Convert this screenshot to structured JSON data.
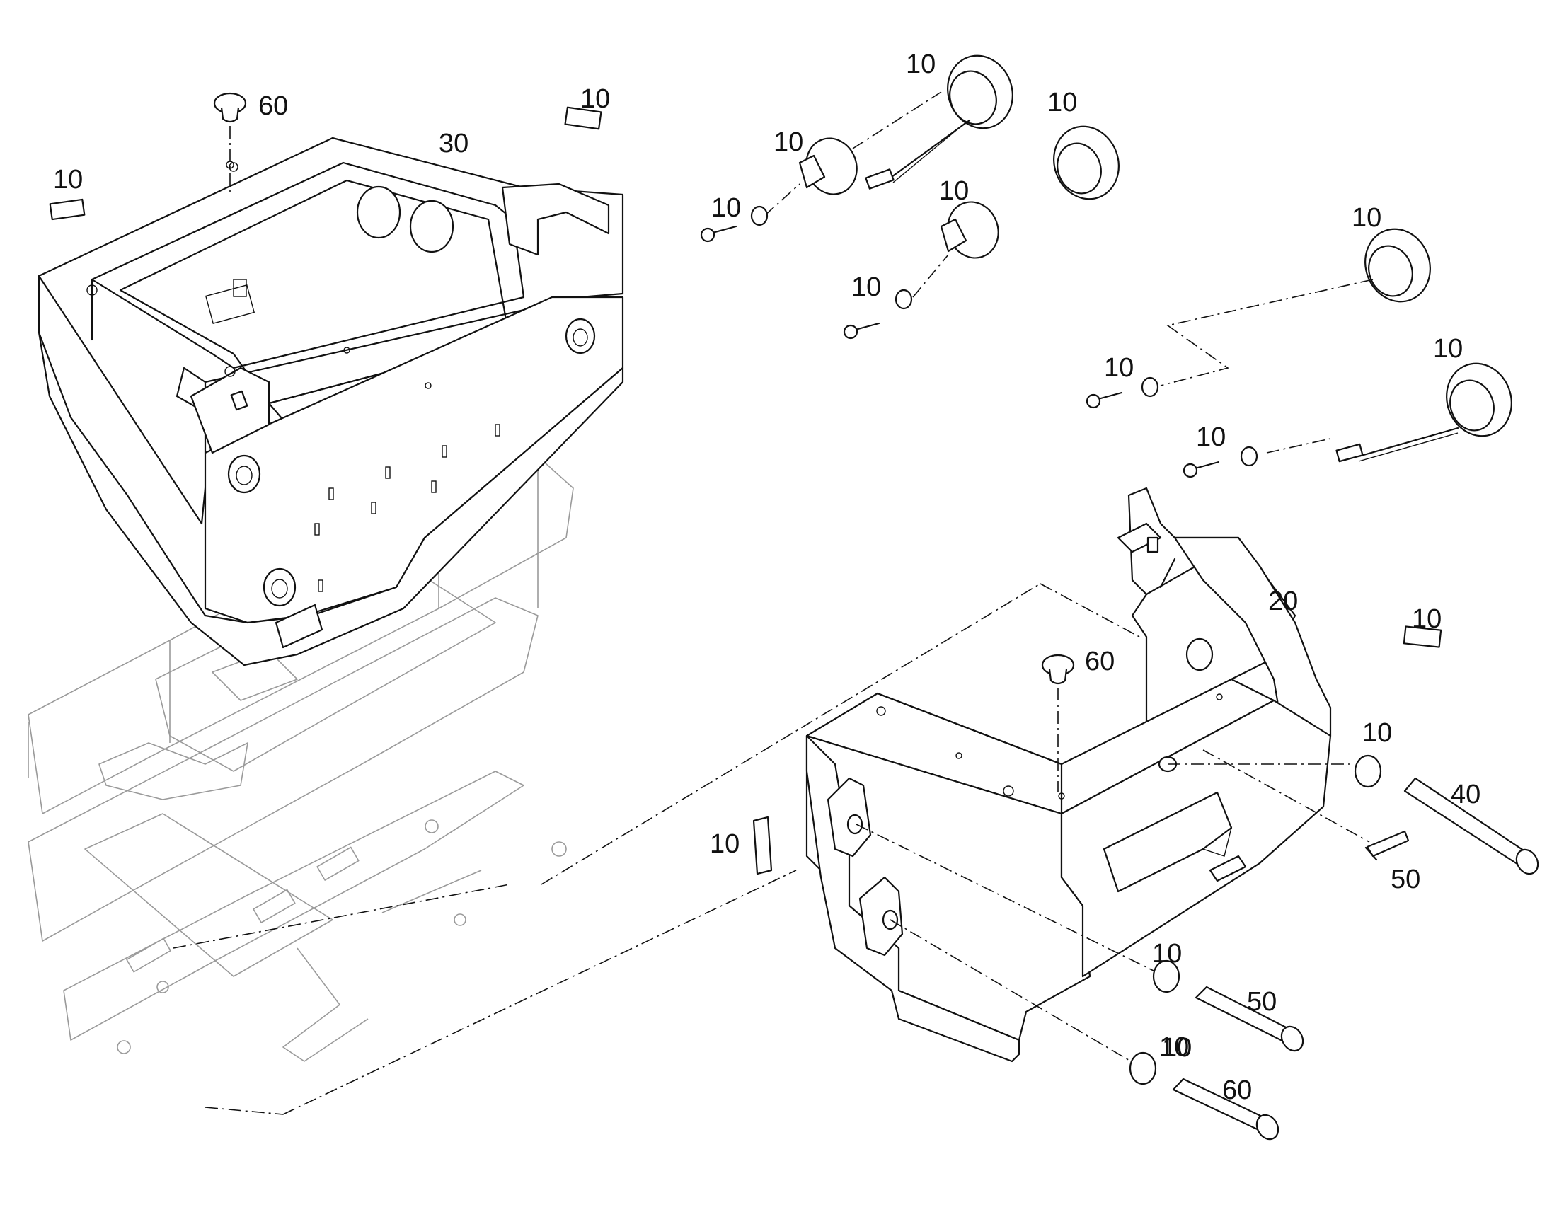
{
  "diagram": {
    "callouts": [
      "60",
      "10",
      "10",
      "30",
      "10",
      "10",
      "10",
      "10",
      "10",
      "10",
      "10",
      "10",
      "10",
      "10",
      "10",
      "20",
      "10",
      "60",
      "10",
      "40",
      "10",
      "50",
      "10",
      "50",
      "10",
      "60"
    ]
  }
}
